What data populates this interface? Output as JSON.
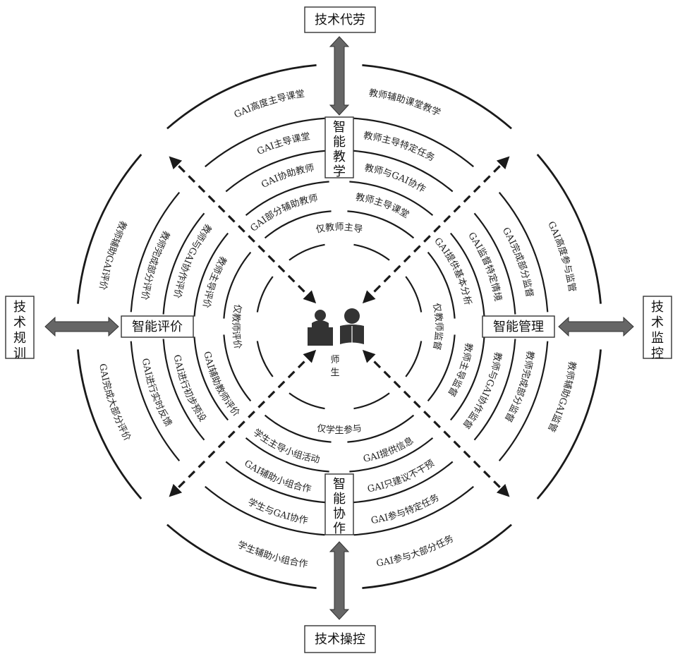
{
  "outer_boxes": {
    "top": "技术代劳",
    "right": "技术监控",
    "bottom": "技术操控",
    "left": "技术规训"
  },
  "axis_boxes": {
    "top": "智能教学",
    "right": "智能管理",
    "bottom": "智能协作",
    "left": "智能评价"
  },
  "center": {
    "label": "师生",
    "icon": "teacher-student-icon"
  },
  "quadrants": {
    "teaching_left": [
      "仅教师主导",
      "GAI部分辅助教师",
      "GAI协助教师",
      "GAI主导课堂",
      "GAI高度主导课堂"
    ],
    "teaching_right": [
      "仅教师主导",
      "教师主导课堂",
      "教师与GAI协作",
      "教师主导特定任务",
      "教师辅助课堂教学"
    ],
    "management_top": [
      "仅教师监督",
      "GAI提供基本分析",
      "GAI监督特定情境",
      "GAI完成部分监督",
      "GAI高度参与监管"
    ],
    "management_bottom": [
      "仅教师监督",
      "教师主导监督",
      "教师与GAI协作监督",
      "教师完成部分监督",
      "教师辅助GAI监管"
    ],
    "collab_right": [
      "仅学生参与",
      "GAI提供信息",
      "GAI只建议不干预",
      "GAI参与特定任务",
      "GAI参与大部分任务"
    ],
    "collab_left": [
      "仅学生参与",
      "学生主导小组活动",
      "GAI辅助小组合作",
      "学生与GAI协作",
      "学生辅助小组合作"
    ],
    "eval_bottom": [
      "仅教师评价",
      "GAI辅助教师评价",
      "GAI进行初步预设",
      "GAI进行实时反馈",
      "GAI完成大部分评价"
    ],
    "eval_top": [
      "仅教师评价",
      "教师主导评价",
      "教师与GAI协作评价",
      "教师完成部分评价",
      "教师辅助GAI评价"
    ]
  }
}
